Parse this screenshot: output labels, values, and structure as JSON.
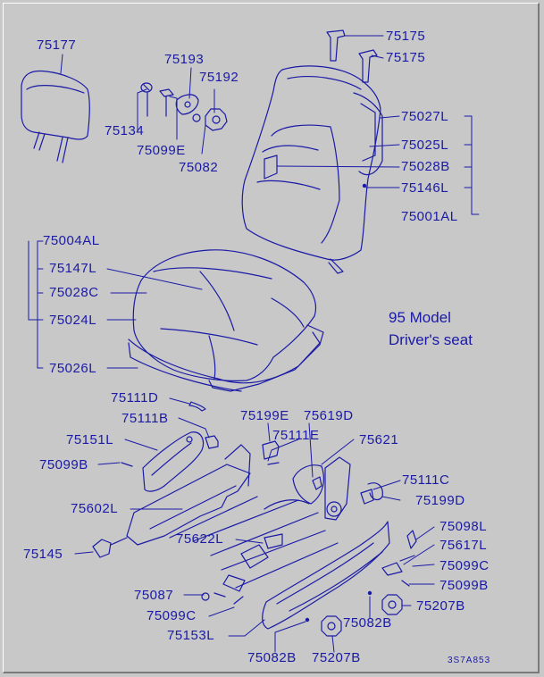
{
  "diagram": {
    "note_line1": "95 Model",
    "note_line2": "Driver's seat",
    "code": "3S7A853",
    "colors": {
      "ink": "#1a1aa6",
      "background": "#c8c8c8"
    },
    "labels": {
      "p75177": "75177",
      "p75193": "75193",
      "p75192": "75192",
      "p75134": "75134",
      "p75099E": "75099E",
      "p75082": "75082",
      "p75175a": "75175",
      "p75175b": "75175",
      "p75027L": "75027L",
      "p75025L": "75025L",
      "p75028B": "75028B",
      "p75146L": "75146L",
      "p75001AL": "75001AL",
      "p75004AL": "75004AL",
      "p75147L": "75147L",
      "p75028C": "75028C",
      "p75024L": "75024L",
      "p75026L": "75026L",
      "p75111D": "75111D",
      "p75111B": "75111B",
      "p75151L": "75151L",
      "p75099B_l": "75099B",
      "p75199E": "75199E",
      "p75619D": "75619D",
      "p75111E": "75111E",
      "p75621": "75621",
      "p75111C": "75111C",
      "p75199D": "75199D",
      "p75602L": "75602L",
      "p75622L": "75622L",
      "p75145": "75145",
      "p75098L": "75098L",
      "p75617L": "75617L",
      "p75099C_r": "75099C",
      "p75099B_r": "75099B",
      "p75087": "75087",
      "p75207B_r": "75207B",
      "p75099C_b": "75099C",
      "p75082B_r": "75082B",
      "p75153L": "75153L",
      "p75082B_b": "75082B",
      "p75207B_b": "75207B"
    }
  }
}
